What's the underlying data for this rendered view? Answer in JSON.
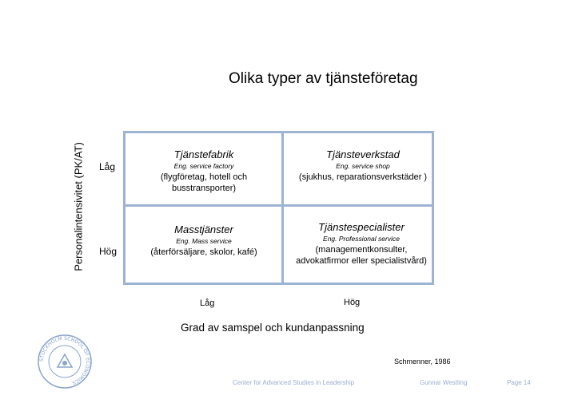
{
  "slide": {
    "title": "Olika typer av tjänsteföretag",
    "y_axis_label": "Personalintensivitet (PK/AT)",
    "row_labels": [
      "Låg",
      "Hög"
    ],
    "x_axis_labels": [
      "Låg",
      "Hög"
    ],
    "x_axis_title": "Grad av samspel och kundanpassning",
    "cells": {
      "top_left": {
        "heading": "Tjänstefabrik",
        "english": "Eng. service factory",
        "desc_lines": [
          "(flygföretag, hotell och",
          "busstransporter)"
        ]
      },
      "top_right": {
        "heading": "Tjänsteverkstad",
        "english": "Eng. service shop",
        "desc_lines": [
          "(sjukhus, reparationsverkstäder )"
        ]
      },
      "bottom_left": {
        "heading": "Masstjänster",
        "english": "Eng. Mass service",
        "desc_lines": [
          "(återförsäljare, skolor, kafé)"
        ]
      },
      "bottom_right": {
        "heading": "Tjänstespecialister",
        "english": "Eng. Professional service",
        "desc_lines": [
          "(managementkonsulter,",
          "advokatfirmor eller specialistvård)"
        ]
      }
    },
    "source": "Schmenner, 1986",
    "logo_text": "STOCKHOLM SCHOOL OF ECONOMICS"
  },
  "footer": {
    "center": "Center for Advanced Studies in Leadership",
    "author": "Gunnar Westling",
    "page": "Page 14"
  },
  "colors": {
    "grid_line": "#9db3d4",
    "footer_text": "#9aaed1",
    "logo": "#8aa4cc"
  }
}
